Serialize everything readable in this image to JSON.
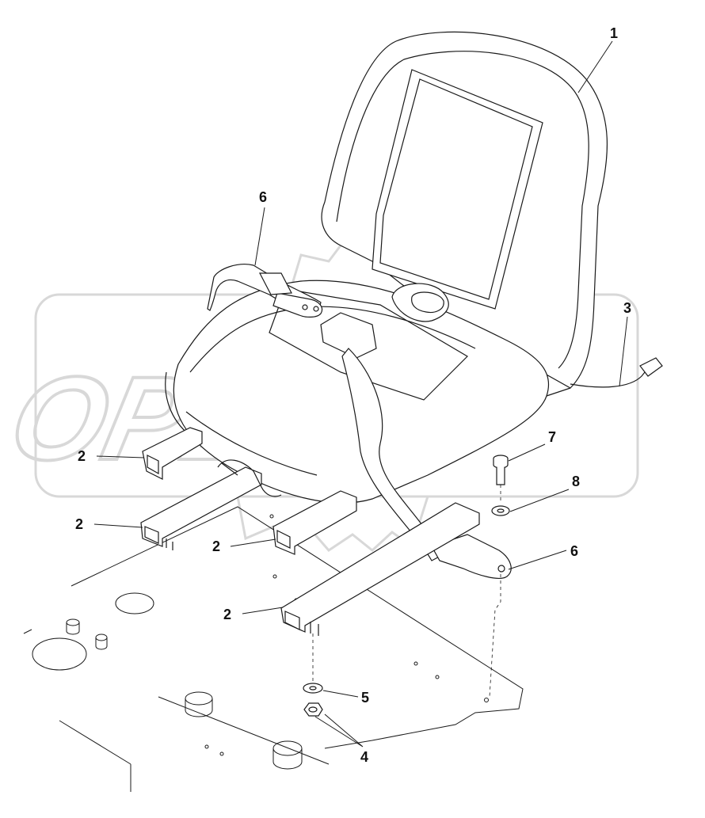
{
  "watermark": {
    "text": "OPEX",
    "color": "#d0d0d0"
  },
  "callouts": [
    {
      "id": "c1",
      "label": "1"
    },
    {
      "id": "c6a",
      "label": "6"
    },
    {
      "id": "c3",
      "label": "3"
    },
    {
      "id": "c2a",
      "label": "2"
    },
    {
      "id": "c7",
      "label": "7"
    },
    {
      "id": "c8",
      "label": "8"
    },
    {
      "id": "c2b",
      "label": "2"
    },
    {
      "id": "c2c",
      "label": "2"
    },
    {
      "id": "c6b",
      "label": "6"
    },
    {
      "id": "c2d",
      "label": "2"
    },
    {
      "id": "c5",
      "label": "5"
    },
    {
      "id": "c4",
      "label": "4"
    }
  ],
  "colors": {
    "line": "#1a1a1a",
    "watermark": "#d0d0d0",
    "background": "#ffffff"
  }
}
